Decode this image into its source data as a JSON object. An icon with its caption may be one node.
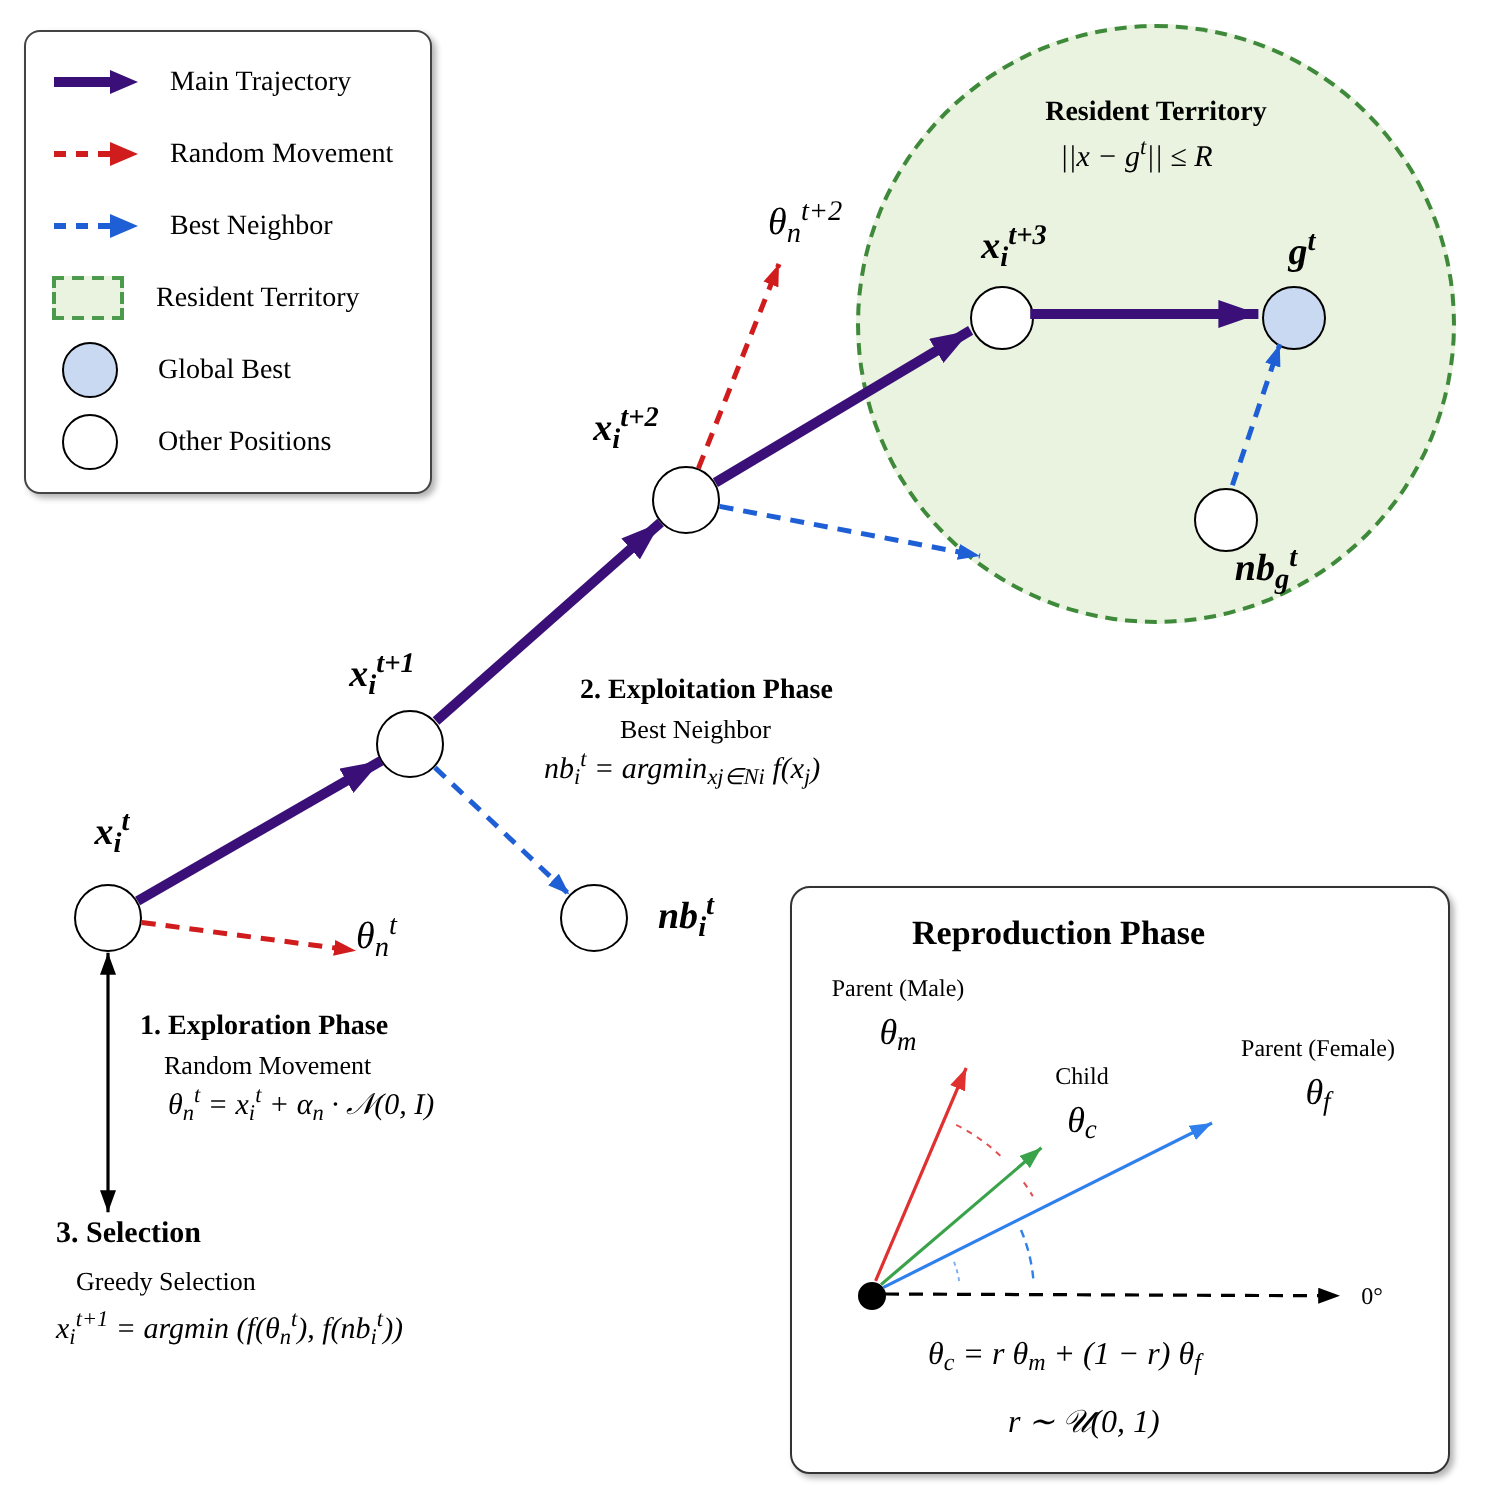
{
  "diagram": {
    "nodes": [
      {
        "text": [
          "Resident Territory",
          "||x − g$^{t}$|| ≤ R"
        ]
      },
      {
        "text": [],
        "shape": "circle",
        "in": 0,
        "beside": [
          "x$_{i}$$^{t+3}$"
        ]
      },
      {
        "text": [],
        "shape": "circle",
        "in": 0,
        "beside": [
          "g$^{t}$"
        ]
      },
      {
        "text": [],
        "shape": "circle",
        "in": 0,
        "beside": [
          "nb$_{g}$$^{t}$"
        ]
      },
      {
        "text": [
          "θ$_{n}$$^{t+2}$"
        ]
      },
      {
        "text": [],
        "shape": "circle",
        "beside": [
          "x$_{i}$$^{t+2}$"
        ]
      },
      {
        "text": [],
        "shape": "circle",
        "beside": [
          "x$_{i}$$^{t+1}$"
        ]
      },
      {
        "text": [],
        "shape": "circle",
        "beside": [
          "x$_{i}$$^{t}$"
        ]
      },
      {
        "text": [
          "θ$_{n}$$^{t}$"
        ]
      },
      {
        "text": [],
        "shape": "circle",
        "beside": [
          "nb$_{i}$$^{t}$"
        ]
      },
      {
        "text": [
          "3. Selection",
          "Greedy Selection",
          "x$_{i}$$^{t+1}$ = argmin (f(θ$_{n}$$^{t}$), f(nb$_{i}$$^{t}$))"
        ]
      },
      {
        "text": [
          "Reproduction Phase",
          "θ$_{c}$ = r θ$_{m}$ + (1 − r) θ$_{f}$",
          "r ∼ 𝒰(0, 1)"
        ]
      },
      {
        "text": [
          "Parent (Male)",
          "θ$_{m}$"
        ],
        "in": 11
      },
      {
        "text": [
          "Child",
          "θ$_{c}$"
        ],
        "in": 11
      },
      {
        "text": [
          "Parent (Female)",
          "θ$_{f}$"
        ],
        "in": 11
      },
      {
        "text": [],
        "shape": "circle",
        "in": 11
      },
      {
        "text": [
          "0°"
        ],
        "in": 11
      }
    ],
    "edges": [
      {
        "from": 7,
        "to": 6,
        "arrow": "to",
        "style": "thick",
        "color": "#3a1078"
      },
      {
        "from": 6,
        "to": 5,
        "arrow": "to",
        "style": "thick",
        "color": "#3a1078"
      },
      {
        "from": 5,
        "to": 1,
        "arrow": "to",
        "style": "thick",
        "color": "#3a1078"
      },
      {
        "from": 1,
        "to": 2,
        "arrow": "to",
        "style": "thick",
        "color": "#3a1078"
      },
      {
        "from": 7,
        "to": 8,
        "arrow": "to",
        "style": "dashed",
        "color": "#d01c1c"
      },
      {
        "from": 5,
        "to": 4,
        "arrow": "to",
        "style": "dashed",
        "color": "#d01c1c"
      },
      {
        "from": 6,
        "to": 9,
        "arrow": "to",
        "style": "dashed",
        "color": "#1f5fd6"
      },
      {
        "from": 5,
        "to": null,
        "arrow": "to",
        "style": "dashed",
        "color": "#1f5fd6"
      },
      {
        "from": 3,
        "to": 2,
        "arrow": "to",
        "style": "dashed",
        "color": "#1f5fd6"
      },
      {
        "from": 7,
        "to": 10,
        "arrow": "both",
        "color": "#000000"
      },
      {
        "from": 15,
        "to": 12,
        "arrow": "to",
        "color": "#e03030"
      },
      {
        "from": 15,
        "to": 13,
        "arrow": "to",
        "color": "#3aa34a"
      },
      {
        "from": 15,
        "to": 14,
        "arrow": "to",
        "color": "#2f80ed"
      },
      {
        "from": 15,
        "to": 16,
        "arrow": "to",
        "style": "dashed",
        "color": "#000000"
      }
    ],
    "labels": [
      "1. Exploration Phase",
      "Random Movement",
      "θ$_{n}$$^{t}$ = x$_{i}$$^{t}$ + α$_{n}$ · 𝒩(0, I)",
      "2. Exploitation Phase",
      "Best Neighbor",
      "nb$_{i}$$^{t}$ = argmin$_{xj∈Ni}$ f(x$_{j}$)"
    ],
    "legend": [
      {
        "text": "Main Trajectory"
      },
      {
        "text": "Random Movement"
      },
      {
        "text": "Best Neighbor"
      },
      {
        "text": "Resident Territory",
        "color": "#e9f3df"
      },
      {
        "text": "Global Best",
        "color": "#c9d9f2"
      },
      {
        "text": "Other Positions"
      }
    ]
  }
}
